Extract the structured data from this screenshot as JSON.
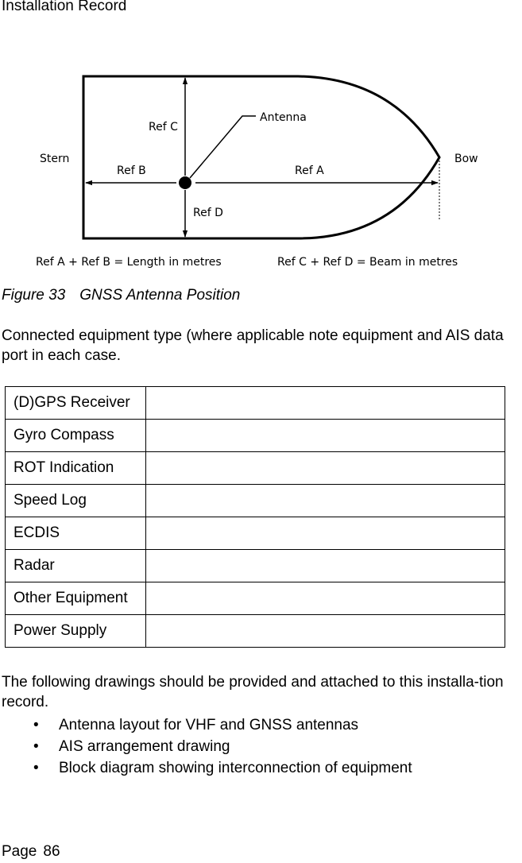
{
  "header": {
    "title": "Installation Record"
  },
  "figure": {
    "labels": {
      "stern": "Stern",
      "bow": "Bow",
      "antenna": "Antenna",
      "ref_a": "Ref A",
      "ref_b": "Ref B",
      "ref_c": "Ref C",
      "ref_d": "Ref D",
      "length_formula": "Ref A + Ref B = Length in metres",
      "beam_formula": "Ref C + Ref D = Beam in metres"
    },
    "caption_number": "Figure 33",
    "caption_title": "GNSS Antenna Position"
  },
  "intro_text": "Connected equipment type (where applicable note equipment and AIS data port in each case.",
  "equipment_table": {
    "rows": [
      {
        "label": "(D)GPS Receiver",
        "value": ""
      },
      {
        "label": "Gyro Compass",
        "value": ""
      },
      {
        "label": "ROT Indication",
        "value": ""
      },
      {
        "label": "Speed Log",
        "value": ""
      },
      {
        "label": "ECDIS",
        "value": ""
      },
      {
        "label": "Radar",
        "value": ""
      },
      {
        "label": "Other Equipment",
        "value": ""
      },
      {
        "label": "Power Supply",
        "value": ""
      }
    ]
  },
  "drawings": {
    "intro": "The following drawings should be provided and attached to this installa-tion record.",
    "bullet_char": "•",
    "items": [
      "Antenna layout for VHF and GNSS antennas",
      "AIS arrangement drawing",
      "Block diagram showing interconnection of equipment"
    ]
  },
  "footer": {
    "page_label": "Page",
    "page_number": "86"
  }
}
